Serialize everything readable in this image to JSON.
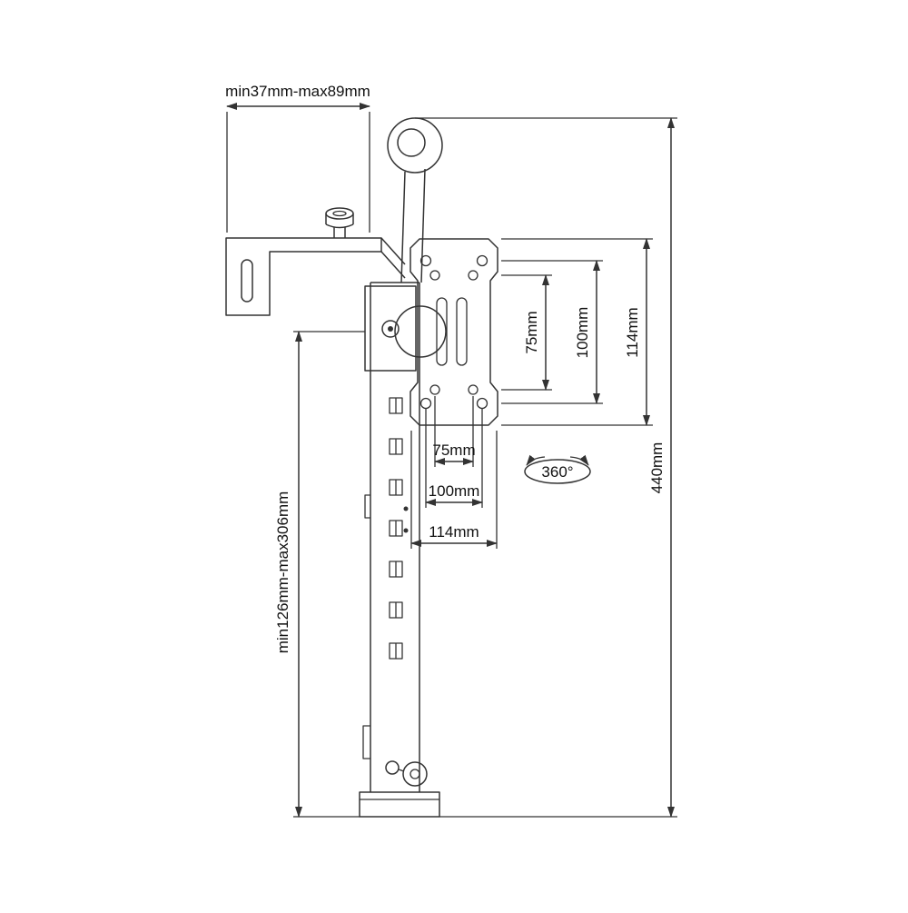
{
  "diagram": {
    "labels": {
      "clamp_range": "min37mm-max89mm",
      "pole_range": "min126mm-max306mm",
      "total_height": "440mm",
      "rotation": "360°",
      "vesa_vertical": {
        "inner": "75mm",
        "middle": "100mm",
        "outer": "114mm"
      },
      "vesa_horizontal": {
        "inner": "75mm",
        "middle": "100mm",
        "outer": "114mm"
      }
    },
    "colors": {
      "line": "#333333",
      "text": "#111111",
      "background": "#ffffff"
    }
  }
}
